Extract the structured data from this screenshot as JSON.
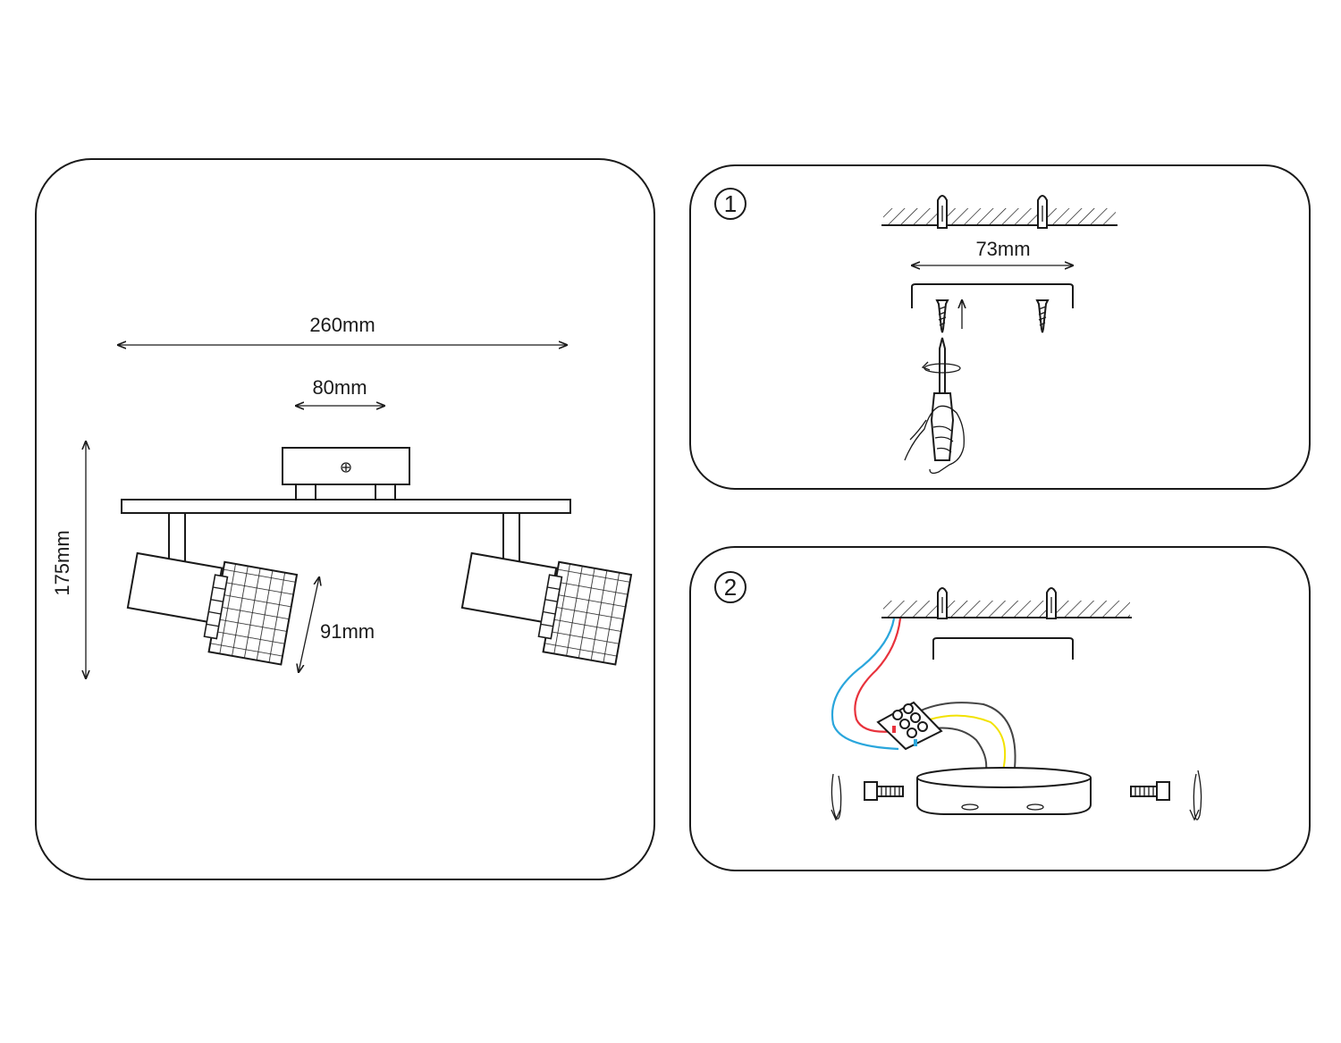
{
  "dimensions": {
    "total_width": "260mm",
    "base_width": "80mm",
    "height": "175mm",
    "shade_size": "91mm"
  },
  "step1": {
    "number": "1",
    "spacing": "73mm"
  },
  "step2": {
    "number": "2",
    "wire_colors": {
      "live": "#e8323c",
      "neutral": "#2aa6dc",
      "lamp_wire_yellow": "#f2e200",
      "lamp_wire_gray": "#444444"
    }
  }
}
